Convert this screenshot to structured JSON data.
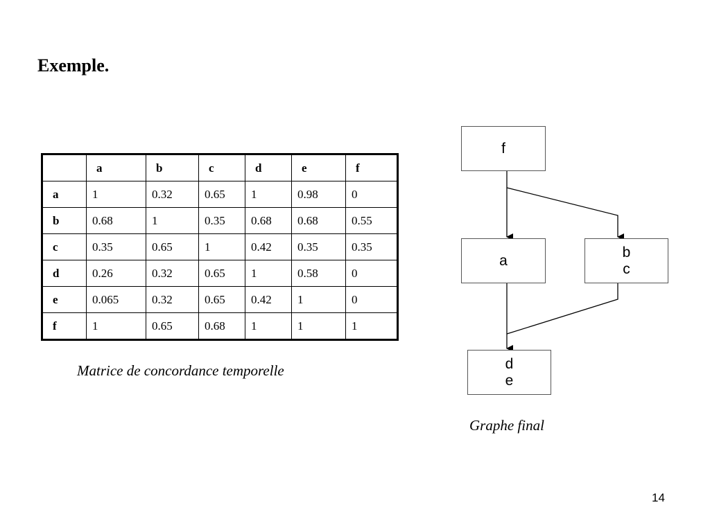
{
  "slide": {
    "title": "Exemple.",
    "page_number": "14"
  },
  "matrix": {
    "caption": "Matrice de concordance temporelle",
    "columns": [
      "",
      "a",
      "b",
      "c",
      "d",
      "e",
      "f"
    ],
    "rows": [
      {
        "label": "a",
        "cells": [
          "1",
          "0.32",
          "0.65",
          "1",
          "0.98",
          "0"
        ]
      },
      {
        "label": "b",
        "cells": [
          "0.68",
          "1",
          "0.35",
          "0.68",
          "0.68",
          "0.55"
        ]
      },
      {
        "label": "c",
        "cells": [
          "0.35",
          "0.65",
          "1",
          "0.42",
          "0.35",
          "0.35"
        ]
      },
      {
        "label": "d",
        "cells": [
          "0.26",
          "0.32",
          "0.65",
          "1",
          "0.58",
          "0"
        ]
      },
      {
        "label": "e",
        "cells": [
          "0.065",
          "0.32",
          "0.65",
          "0.42",
          "1",
          "0"
        ]
      },
      {
        "label": "f",
        "cells": [
          "1",
          "0.65",
          "0.68",
          "1",
          "1",
          "1"
        ]
      }
    ]
  },
  "graph": {
    "caption": "Graphe final",
    "nodes": {
      "f": {
        "line1": "f",
        "line2": ""
      },
      "a": {
        "line1": "a",
        "line2": ""
      },
      "bc": {
        "line1": "b",
        "line2": "c"
      },
      "de": {
        "line1": "d",
        "line2": "e"
      }
    }
  }
}
